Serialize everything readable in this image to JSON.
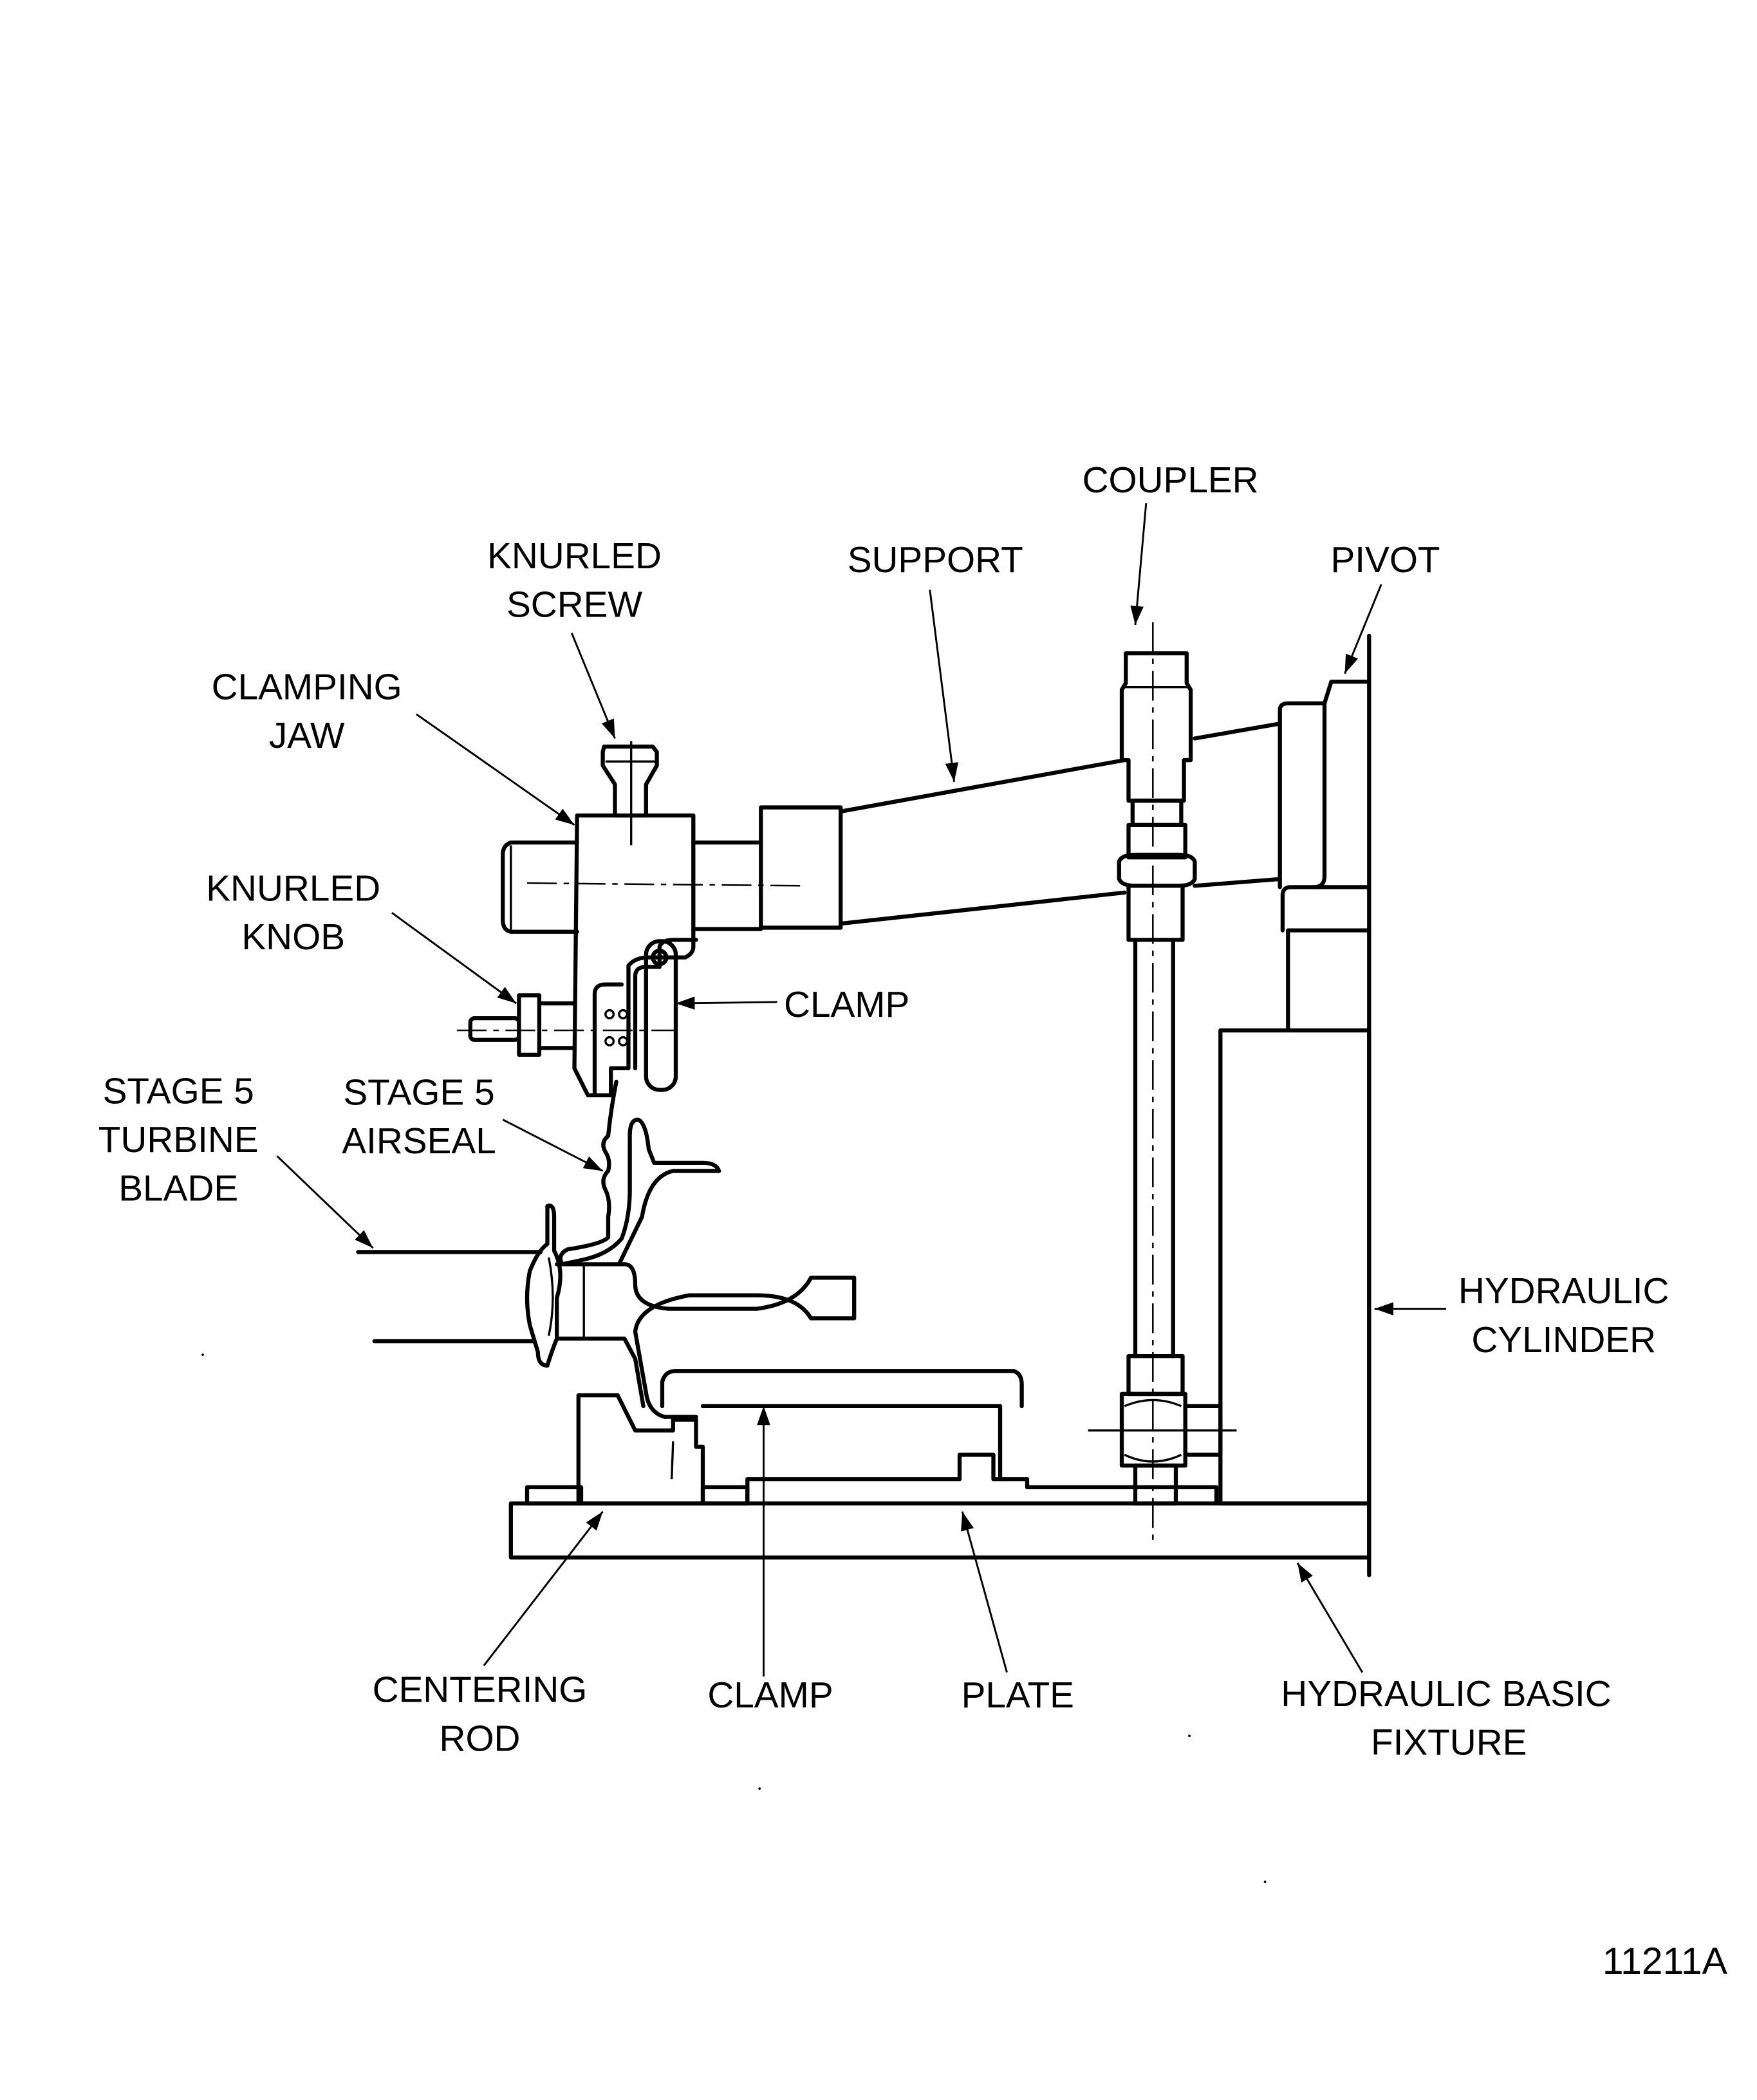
{
  "figure": {
    "id": "11211A",
    "colors": {
      "ink": "#000000",
      "paper": "#ffffff"
    }
  },
  "labels": {
    "coupler": [
      "COUPLER"
    ],
    "knurled_screw": [
      "KNURLED",
      "SCREW"
    ],
    "support": [
      "SUPPORT"
    ],
    "pivot": [
      "PIVOT"
    ],
    "clamping_jaw": [
      "CLAMPING",
      "JAW"
    ],
    "knurled_knob": [
      "KNURLED",
      "KNOB"
    ],
    "clamp_upper": [
      "CLAMP"
    ],
    "stage5_turbine_blade": [
      "STAGE 5",
      "TURBINE",
      "BLADE"
    ],
    "stage5_airseal": [
      "STAGE 5",
      "AIRSEAL"
    ],
    "hydraulic_cylinder": [
      "HYDRAULIC",
      "CYLINDER"
    ],
    "centering_rod": [
      "CENTERING",
      "ROD"
    ],
    "clamp_lower": [
      "CLAMP"
    ],
    "plate": [
      "PLATE"
    ],
    "hydraulic_basic_fixture": [
      "HYDRAULIC BASIC",
      "FIXTURE"
    ]
  }
}
